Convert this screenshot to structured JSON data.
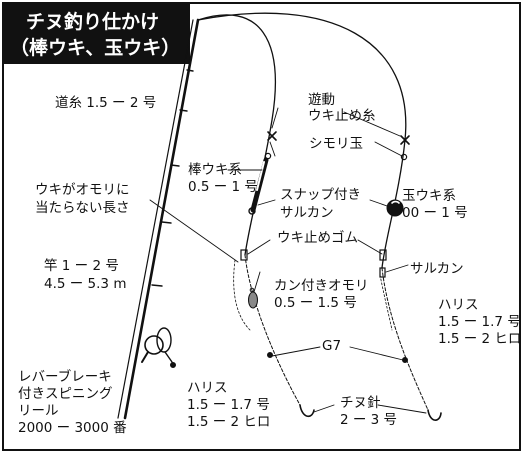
{
  "title": {
    "line1": "チヌ釣り仕かけ",
    "line2": "（棒ウキ、玉ウキ）"
  },
  "labels": {
    "michiito": "道糸 1.5 ー 2 号",
    "uki_kabuse_ga": "ウキがオモリに",
    "uki_kabuse_gb": "当たらない長さ",
    "sao_a": "竿 1 ー 2 号",
    "sao_b": "4.5 ー 5.3 m",
    "reel_a": "レバーブレーキ",
    "reel_b": "付きスピニング",
    "reel_c": "リール",
    "reel_d": "2000 ー 3000 番",
    "bouuki_a": "棒ウキ系",
    "bouuki_b": "0.5 ー 1 号",
    "snap_a": "スナップ付き",
    "snap_b": "サルカン",
    "yudou_a": "遊動",
    "yudou_b": "ウキ止め糸",
    "shimori": "シモリ玉",
    "tamauki_a": "玉ウキ系",
    "tamauki_b": "00 ー 1 号",
    "ukidome_gomu": "ウキ止めゴム",
    "sarukan": "サルカン",
    "kan_omori_a": "カン付きオモリ",
    "kan_omori_b": "0.5 ー 1.5 号",
    "harisu_r_a": "ハリス",
    "harisu_r_b": "1.5 ー 1.7 号",
    "harisu_r_c": "1.5 ー 2 ヒロ",
    "g7": "G7",
    "harisu_l_a": "ハリス",
    "harisu_l_b": "1.5 ー 1.7 号",
    "harisu_l_c": "1.5 ー 2 ヒロ",
    "chinu_a": "チヌ針",
    "chinu_b": "2 ー 3 号"
  }
}
